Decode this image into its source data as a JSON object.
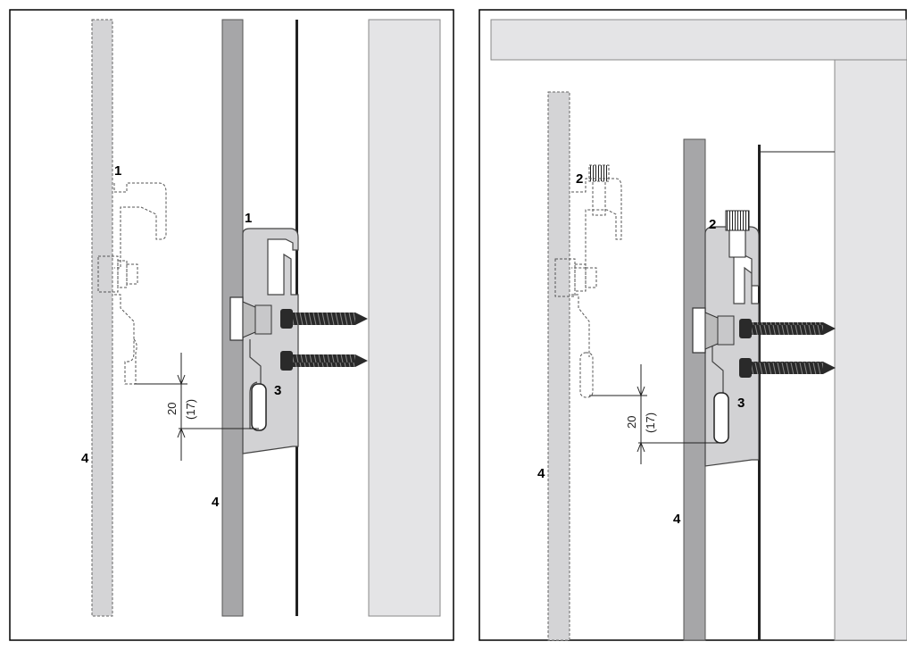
{
  "panels": [
    {
      "id": "left",
      "callouts": {
        "c1_ghost": "1",
        "c1_solid": "1",
        "c3": "3",
        "c4_ghost": "4",
        "c4_solid": "4"
      },
      "dimension": {
        "main": "20",
        "alt": "(17)"
      }
    },
    {
      "id": "right",
      "callouts": {
        "c2_ghost": "2",
        "c2_solid": "2",
        "c3": "3",
        "c4_ghost": "4",
        "c4_solid": "4"
      },
      "dimension": {
        "main": "20",
        "alt": "(17)"
      }
    }
  ],
  "colors": {
    "frame": "#000000",
    "panel_gray": "#a6a6a8",
    "light_gray": "#e4e4e6",
    "bracket_fill": "#d2d2d4",
    "ghost_fill": "#d8d8da",
    "screw": "#2a2a2a"
  }
}
